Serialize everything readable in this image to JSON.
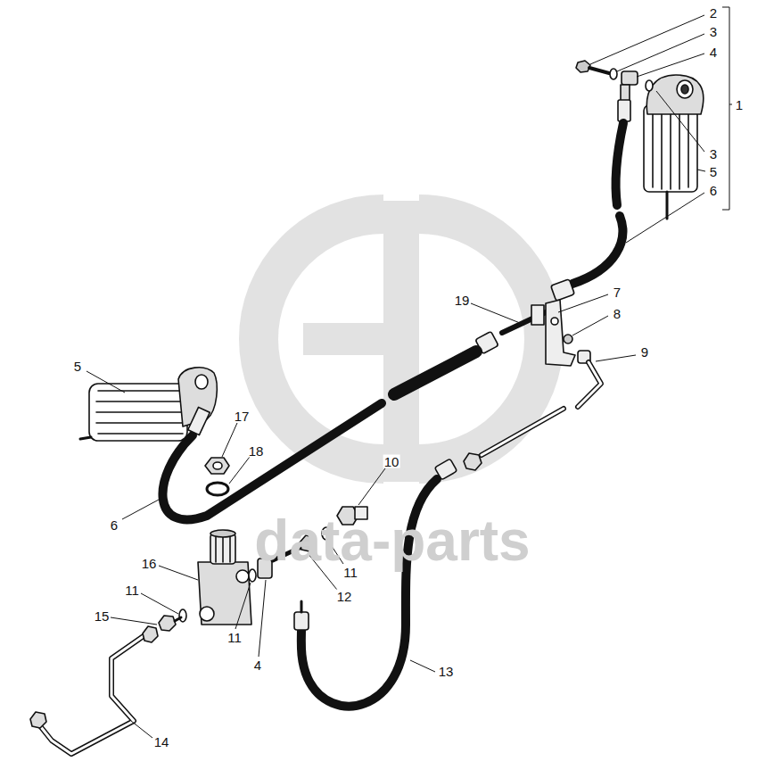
{
  "diagram": {
    "labels": [
      "2",
      "3",
      "4",
      "1",
      "3",
      "5",
      "6",
      "19",
      "7",
      "8",
      "9",
      "5",
      "17",
      "18",
      "10",
      "6",
      "16",
      "11",
      "11",
      "12",
      "15",
      "11",
      "4",
      "13",
      "14",
      "data-parts"
    ]
  }
}
